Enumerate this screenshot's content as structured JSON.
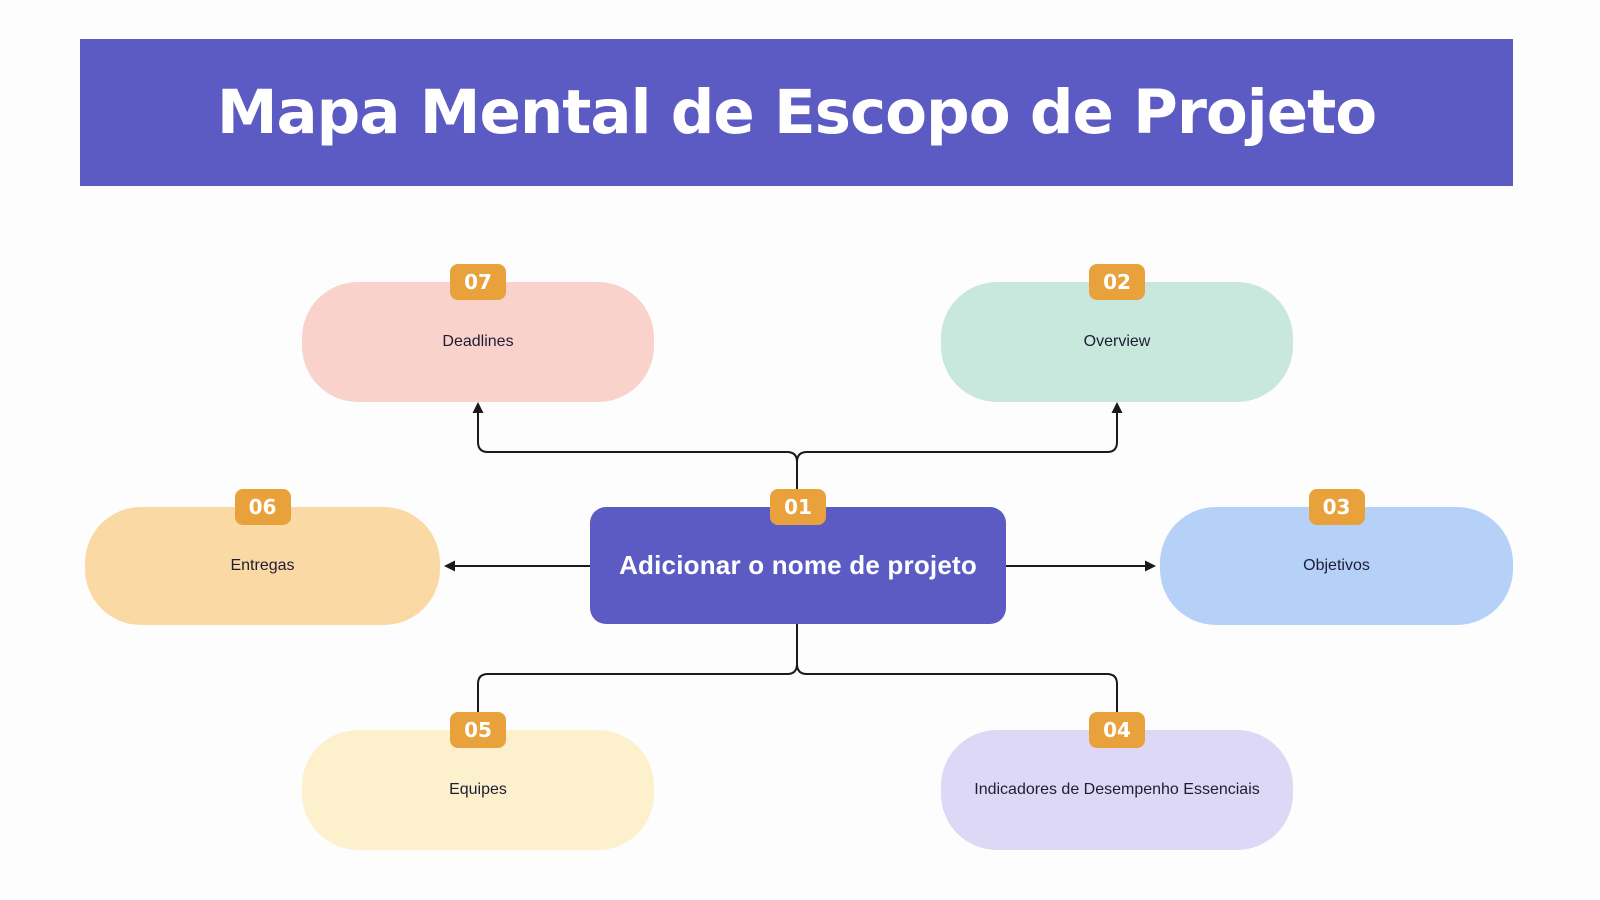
{
  "title": {
    "text": "Mapa Mental de Escopo de Projeto"
  },
  "colors": {
    "background": "#fdfdfd",
    "banner": "#5b5bc3",
    "badge": "#e9a23b",
    "connector": "#1a1a1a",
    "node_text": "#1d1d35",
    "central_text": "#ffffff"
  },
  "central_node": {
    "number": "01",
    "label": "Adicionar o nome de projeto",
    "color": "#5b5bc3"
  },
  "nodes": [
    {
      "number": "07",
      "label": "Deadlines",
      "color": "#f9d2cc",
      "position": "top-left"
    },
    {
      "number": "02",
      "label": "Overview",
      "color": "#c9e8dd",
      "position": "top-right"
    },
    {
      "number": "06",
      "label": "Entregas",
      "color": "#fbd9a4",
      "position": "middle-left"
    },
    {
      "number": "03",
      "label": "Objetivos",
      "color": "#b5d1f8",
      "position": "middle-right"
    },
    {
      "number": "05",
      "label": "Equipes",
      "color": "#fdf0cc",
      "position": "bottom-left"
    },
    {
      "number": "04",
      "label": "Indicadores de Desempenho Essenciais",
      "color": "#dcd8f5",
      "position": "bottom-right"
    }
  ]
}
